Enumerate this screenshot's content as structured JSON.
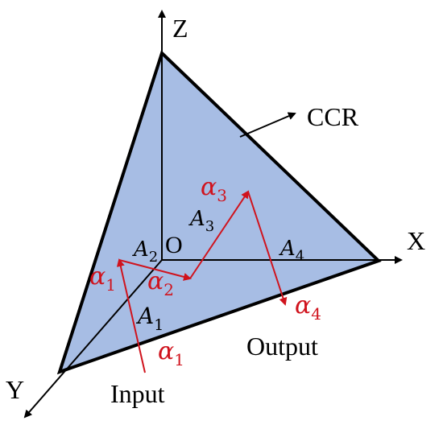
{
  "axes": {
    "z_label": "Z",
    "x_label": "X",
    "y_label": "Y",
    "origin_label": "O"
  },
  "labels": {
    "ccr": "CCR",
    "input": "Input",
    "output": "Output"
  },
  "points": {
    "a1": {
      "base": "A",
      "sub": "1"
    },
    "a2": {
      "base": "A",
      "sub": "2"
    },
    "a3": {
      "base": "A",
      "sub": "3"
    },
    "a4": {
      "base": "A",
      "sub": "4"
    }
  },
  "angles": {
    "input_angle": {
      "base": "α",
      "sub": "1"
    },
    "alpha1": {
      "base": "α",
      "sub": "1"
    },
    "alpha2": {
      "base": "α",
      "sub": "2"
    },
    "alpha3": {
      "base": "α",
      "sub": "3"
    },
    "alpha4": {
      "base": "α",
      "sub": "4"
    }
  },
  "colors": {
    "face_fill": "#a7bde4",
    "edge": "#000000",
    "ray": "#d0131d",
    "axis": "#000000"
  }
}
